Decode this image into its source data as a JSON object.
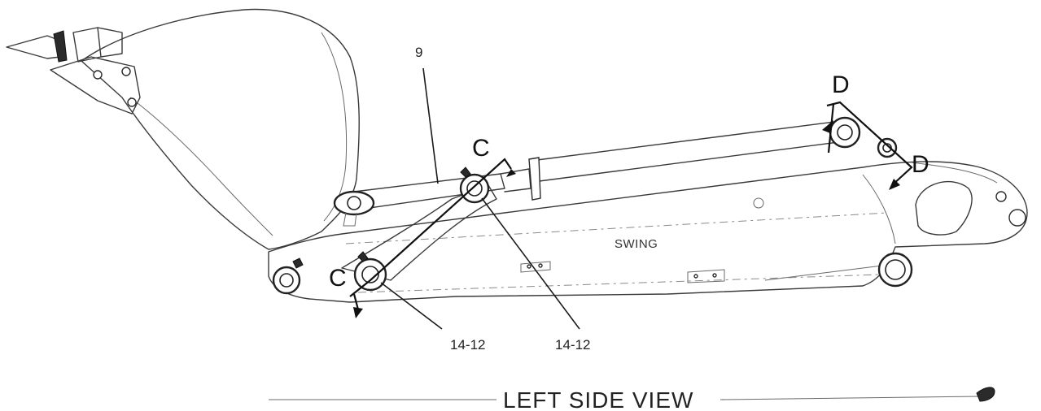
{
  "labels": {
    "part_9": "9",
    "section_c_top": "C",
    "section_c_bottom": "C",
    "section_d_top": "D",
    "section_d_right": "D",
    "swing": "SWING",
    "callout_left": "14-12",
    "callout_right": "14-12",
    "view_title": "LEFT SIDE VIEW"
  }
}
